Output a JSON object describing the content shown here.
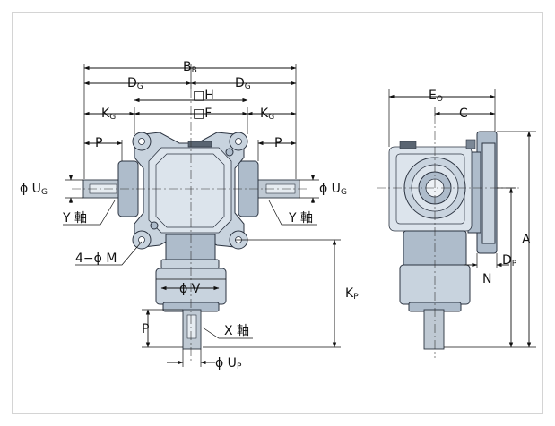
{
  "labels": {
    "BB_main": "B",
    "BB_sub": "B",
    "DG_left_main": "D",
    "DG_left_sub": "G",
    "DG_right_main": "D",
    "DG_right_sub": "G",
    "H": "□H",
    "F": "□F",
    "KG_left_main": "K",
    "KG_left_sub": "G",
    "KG_right_main": "K",
    "KG_right_sub": "G",
    "P_left": "P",
    "P_right": "P",
    "UG_left_main": "ϕ U",
    "UG_left_sub": "G",
    "UG_right_main": "ϕ U",
    "UG_right_sub": "G",
    "Y_left": "Y 軸",
    "Y_right": "Y 軸",
    "M": "4−ϕ M",
    "V": "ϕ V",
    "KP_main": "K",
    "KP_sub": "P",
    "P_bottom": "P",
    "X": "X 軸",
    "UP_main": "ϕ U",
    "UP_sub": "P",
    "EO_main": "E",
    "EO_sub": "O",
    "C": "C",
    "A": "A",
    "DP_main": "D",
    "DP_sub": "P",
    "N": "N"
  },
  "colors": {
    "body": "#c8d3de",
    "body_dark": "#aebccb",
    "outline": "#2b3340"
  }
}
